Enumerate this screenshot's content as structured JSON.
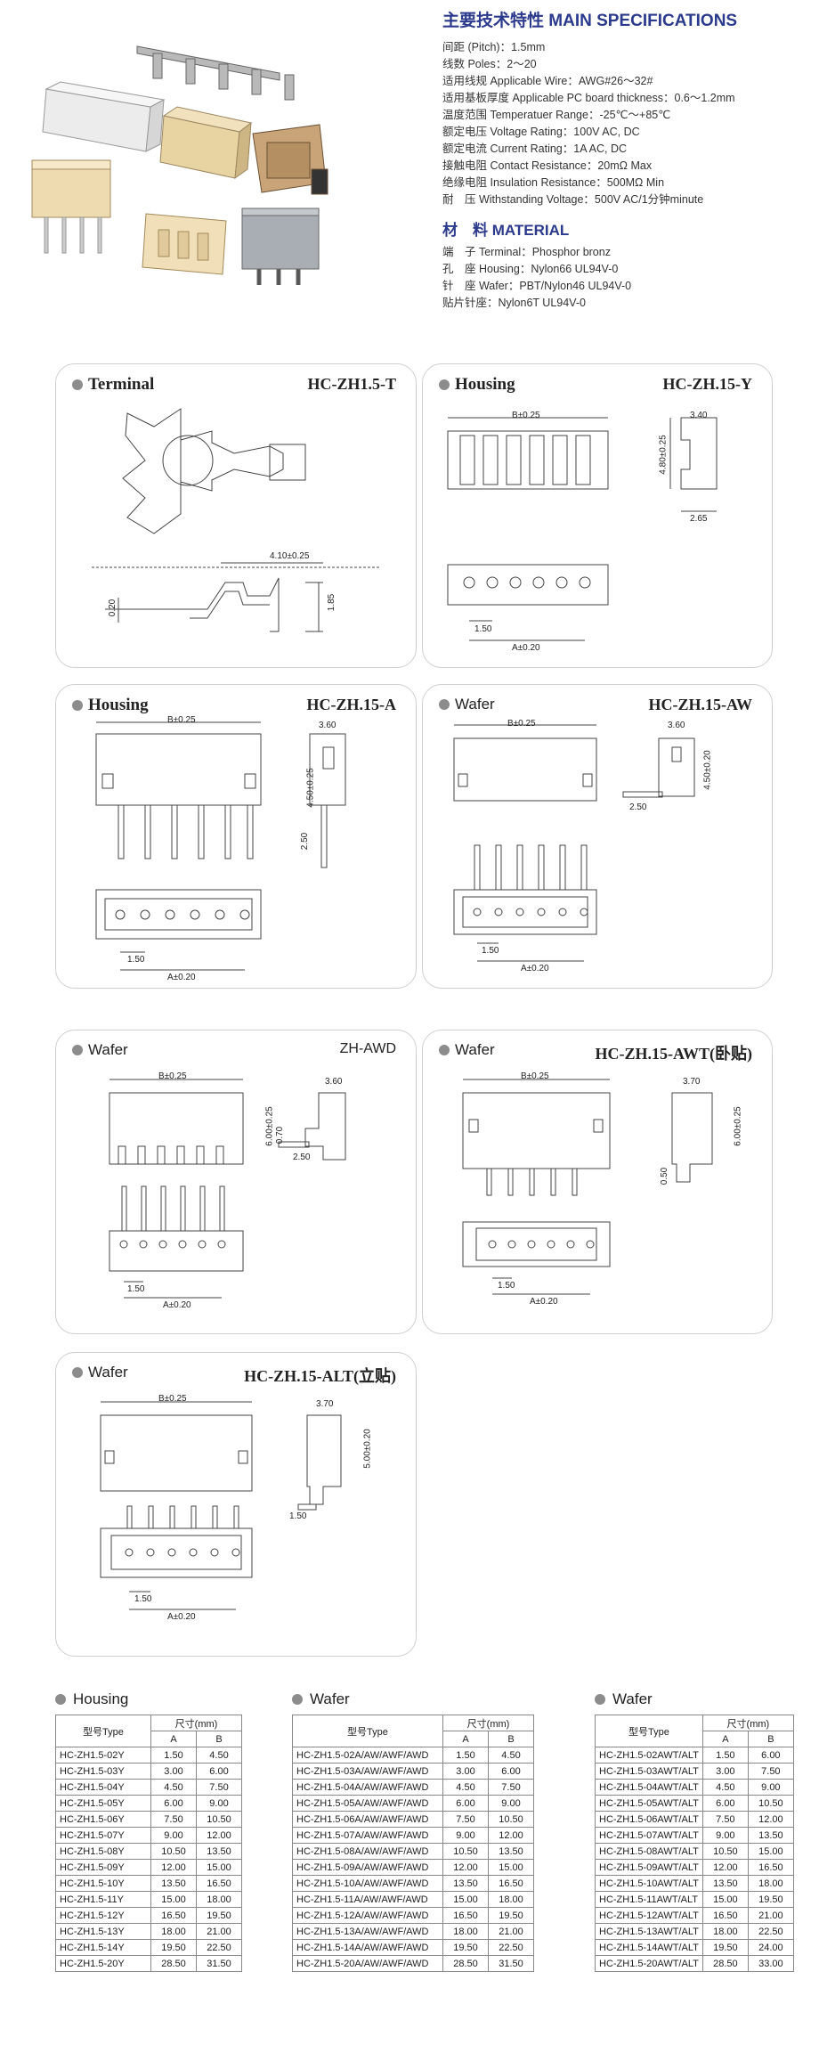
{
  "specs": {
    "title": "主要技术特性 MAIN SPECIFICATIONS",
    "items": [
      "间距 (Pitch)：1.5mm",
      "线数 Poles：2～20",
      "适用线规 Applicable Wire：AWG#26～32#",
      "适用基板厚度 Applicable PC board thickness：0.6～1.2mm",
      "温度范围 Temperatuer Range：-25℃～+85℃",
      "额定电压 Voltage Rating：100V AC, DC",
      "额定电流 Current Rating：1A AC, DC",
      "接触电阻 Contact Resistance：20mΩ  Max",
      "绝缘电阻 Insulation Resistance：500MΩ  Min",
      "耐　压 Withstanding Voltage：500V AC/1分钟minute"
    ]
  },
  "material": {
    "title": "材　料 MATERIAL",
    "items": [
      "端　子 Terminal：Phosphor bronz",
      "孔　座 Housing：Nylon66  UL94V-0",
      "针　座 Wafer：PBT/Nylon46  UL94V-0",
      "贴片针座：Nylon6T  UL94V-0"
    ]
  },
  "panels": {
    "terminal": {
      "title": "Terminal",
      "model": "HC-ZH1.5-T",
      "dims": [
        "4.10±0.25",
        "0.20",
        "1.85"
      ]
    },
    "housing_y": {
      "title": "Housing",
      "model": "HC-ZH.15-Y",
      "dims": [
        "B±0.25",
        "3.40",
        "4.80±0.25",
        "2.65",
        "1.50",
        "A±0.20"
      ]
    },
    "housing_a": {
      "title": "Housing",
      "model": "HC-ZH.15-A",
      "dims": [
        "B±0.25",
        "3.60",
        "4.50±0.25",
        "2.50",
        "1.50",
        "A±0.20"
      ]
    },
    "wafer_aw": {
      "title": "Wafer",
      "model": "HC-ZH.15-AW",
      "dims": [
        "B±0.25",
        "3.60",
        "4.50±0.20",
        "2.50",
        "1.50",
        "A±0.20"
      ]
    },
    "wafer_awd": {
      "title": "Wafer",
      "model": "ZH-AWD",
      "dims": [
        "B±0.25",
        "3.60",
        "6.00±0.25",
        "0.70",
        "2.50",
        "1.50",
        "A±0.20"
      ]
    },
    "wafer_awt": {
      "title": "Wafer",
      "model": "HC-ZH.15-AWT(卧贴)",
      "dims": [
        "B±0.25",
        "3.70",
        "6.00±0.25",
        "0.50",
        "1.50",
        "A±0.20"
      ]
    },
    "wafer_alt": {
      "title": "Wafer",
      "model": "HC-ZH.15-ALT(立贴)",
      "dims": [
        "B±0.25",
        "3.70",
        "5.00±0.20",
        "1.50",
        "1.50",
        "A±0.20"
      ]
    }
  },
  "tables": [
    {
      "title": "Housing",
      "header": {
        "type": "型号Type",
        "size": "尺寸(mm)",
        "a": "A",
        "b": "B"
      },
      "rows": [
        [
          "HC-ZH1.5-02Y",
          "1.50",
          "4.50"
        ],
        [
          "HC-ZH1.5-03Y",
          "3.00",
          "6.00"
        ],
        [
          "HC-ZH1.5-04Y",
          "4.50",
          "7.50"
        ],
        [
          "HC-ZH1.5-05Y",
          "6.00",
          "9.00"
        ],
        [
          "HC-ZH1.5-06Y",
          "7.50",
          "10.50"
        ],
        [
          "HC-ZH1.5-07Y",
          "9.00",
          "12.00"
        ],
        [
          "HC-ZH1.5-08Y",
          "10.50",
          "13.50"
        ],
        [
          "HC-ZH1.5-09Y",
          "12.00",
          "15.00"
        ],
        [
          "HC-ZH1.5-10Y",
          "13.50",
          "16.50"
        ],
        [
          "HC-ZH1.5-11Y",
          "15.00",
          "18.00"
        ],
        [
          "HC-ZH1.5-12Y",
          "16.50",
          "19.50"
        ],
        [
          "HC-ZH1.5-13Y",
          "18.00",
          "21.00"
        ],
        [
          "HC-ZH1.5-14Y",
          "19.50",
          "22.50"
        ],
        [
          "HC-ZH1.5-20Y",
          "28.50",
          "31.50"
        ]
      ]
    },
    {
      "title": "Wafer",
      "header": {
        "type": "型号Type",
        "size": "尺寸(mm)",
        "a": "A",
        "b": "B"
      },
      "rows": [
        [
          "HC-ZH1.5-02A/AW/AWF/AWD",
          "1.50",
          "4.50"
        ],
        [
          "HC-ZH1.5-03A/AW/AWF/AWD",
          "3.00",
          "6.00"
        ],
        [
          "HC-ZH1.5-04A/AW/AWF/AWD",
          "4.50",
          "7.50"
        ],
        [
          "HC-ZH1.5-05A/AW/AWF/AWD",
          "6.00",
          "9.00"
        ],
        [
          "HC-ZH1.5-06A/AW/AWF/AWD",
          "7.50",
          "10.50"
        ],
        [
          "HC-ZH1.5-07A/AW/AWF/AWD",
          "9.00",
          "12.00"
        ],
        [
          "HC-ZH1.5-08A/AW/AWF/AWD",
          "10.50",
          "13.50"
        ],
        [
          "HC-ZH1.5-09A/AW/AWF/AWD",
          "12.00",
          "15.00"
        ],
        [
          "HC-ZH1.5-10A/AW/AWF/AWD",
          "13.50",
          "16.50"
        ],
        [
          "HC-ZH1.5-11A/AW/AWF/AWD",
          "15.00",
          "18.00"
        ],
        [
          "HC-ZH1.5-12A/AW/AWF/AWD",
          "16.50",
          "19.50"
        ],
        [
          "HC-ZH1.5-13A/AW/AWF/AWD",
          "18.00",
          "21.00"
        ],
        [
          "HC-ZH1.5-14A/AW/AWF/AWD",
          "19.50",
          "22.50"
        ],
        [
          "HC-ZH1.5-20A/AW/AWF/AWD",
          "28.50",
          "31.50"
        ]
      ]
    },
    {
      "title": "Wafer",
      "header": {
        "type": "型号Type",
        "size": "尺寸(mm)",
        "a": "A",
        "b": "B"
      },
      "rows": [
        [
          "HC-ZH1.5-02AWT/ALT",
          "1.50",
          "6.00"
        ],
        [
          "HC-ZH1.5-03AWT/ALT",
          "3.00",
          "7.50"
        ],
        [
          "HC-ZH1.5-04AWT/ALT",
          "4.50",
          "9.00"
        ],
        [
          "HC-ZH1.5-05AWT/ALT",
          "6.00",
          "10.50"
        ],
        [
          "HC-ZH1.5-06AWT/ALT",
          "7.50",
          "12.00"
        ],
        [
          "HC-ZH1.5-07AWT/ALT",
          "9.00",
          "13.50"
        ],
        [
          "HC-ZH1.5-08AWT/ALT",
          "10.50",
          "15.00"
        ],
        [
          "HC-ZH1.5-09AWT/ALT",
          "12.00",
          "16.50"
        ],
        [
          "HC-ZH1.5-10AWT/ALT",
          "13.50",
          "18.00"
        ],
        [
          "HC-ZH1.5-11AWT/ALT",
          "15.00",
          "19.50"
        ],
        [
          "HC-ZH1.5-12AWT/ALT",
          "16.50",
          "21.00"
        ],
        [
          "HC-ZH1.5-13AWT/ALT",
          "18.00",
          "22.50"
        ],
        [
          "HC-ZH1.5-14AWT/ALT",
          "19.50",
          "24.00"
        ],
        [
          "HC-ZH1.5-20AWT/ALT",
          "28.50",
          "33.00"
        ]
      ]
    }
  ],
  "colors": {
    "title_blue": "#2b3a8c",
    "panel_border": "#cfcfcf",
    "dot_gray": "#8c8c8c"
  }
}
